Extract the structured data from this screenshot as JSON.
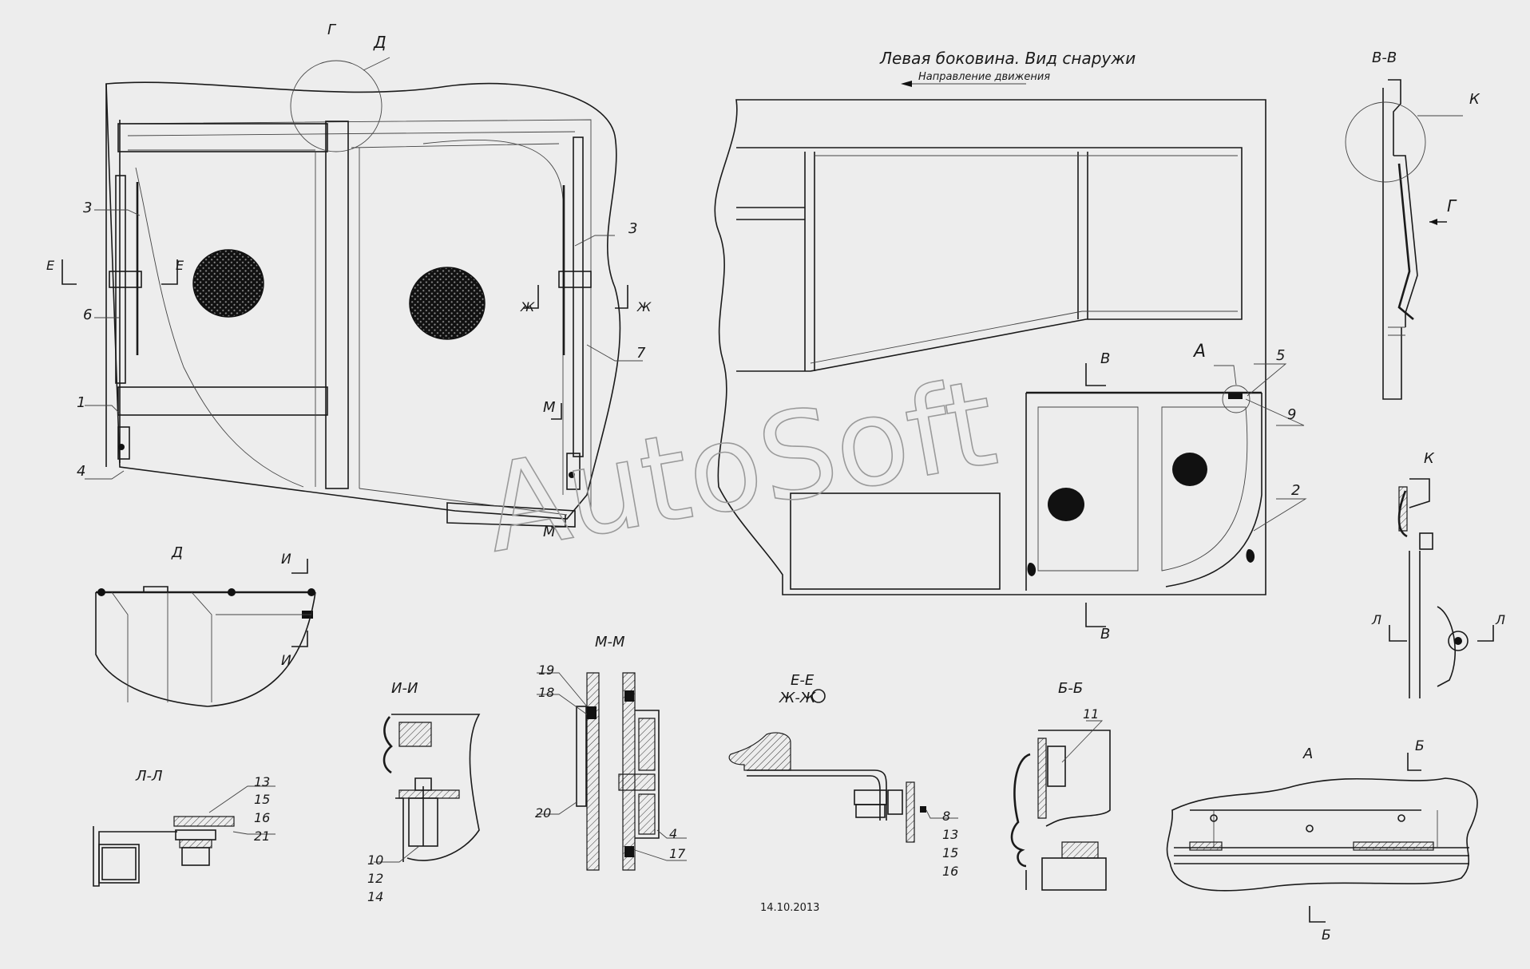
{
  "header": {
    "title": "Левая боковина. Вид снаружи",
    "direction_note": "Направление движения"
  },
  "section_names": {
    "g_top": "Г",
    "d_top": "Д",
    "vv": "В-В",
    "k_callout": "К",
    "g_arrow": "Г",
    "e_left": "Е",
    "e_right": "Е",
    "zh_left": "Ж",
    "zh_right": "Ж",
    "m_top": "М",
    "m_bottom": "М",
    "v_top": "В",
    "v_bottom": "В",
    "a_callout": "А",
    "d_view": "Д",
    "i_top": "И",
    "i_bottom": "И",
    "ii_view": "И-И",
    "mm_view": "М-М",
    "ee_view": "Е-Е",
    "zhzh_view": "Ж-Ж",
    "bb_view": "Б-Б",
    "k_view": "К",
    "l_left": "Л",
    "l_right": "Л",
    "ll_view": "Л-Л",
    "a_view": "А",
    "b_top": "Б",
    "b_bottom": "Б"
  },
  "callouts": {
    "c1": "1",
    "c2": "2",
    "c3a": "3",
    "c3b": "3",
    "c4a": "4",
    "c4b": "4",
    "c5": "5",
    "c6": "6",
    "c7": "7",
    "c8": "8",
    "c9": "9",
    "c10": "10",
    "c11": "11",
    "c12": "12",
    "c13a": "13",
    "c13b": "13",
    "c14": "14",
    "c15a": "15",
    "c15b": "15",
    "c16a": "16",
    "c16b": "16",
    "c17": "17",
    "c18": "18",
    "c19": "19",
    "c20": "20",
    "c21": "21"
  },
  "date": "14.10.2013",
  "watermark": "AutoSoft"
}
